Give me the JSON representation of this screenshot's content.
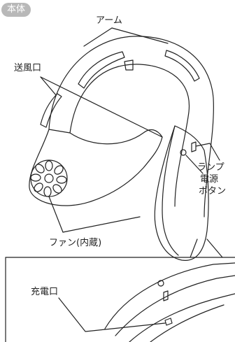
{
  "badge": "本体",
  "labels": {
    "arm": "アーム",
    "vent": "送風口",
    "lamp": "ランプ",
    "power_line1": "電源",
    "power_line2": "ボタン",
    "fan": "ファン(内蔵)",
    "charge": "充電口"
  },
  "colors": {
    "badge_bg": "#b8b8b8",
    "line": "#222222"
  }
}
